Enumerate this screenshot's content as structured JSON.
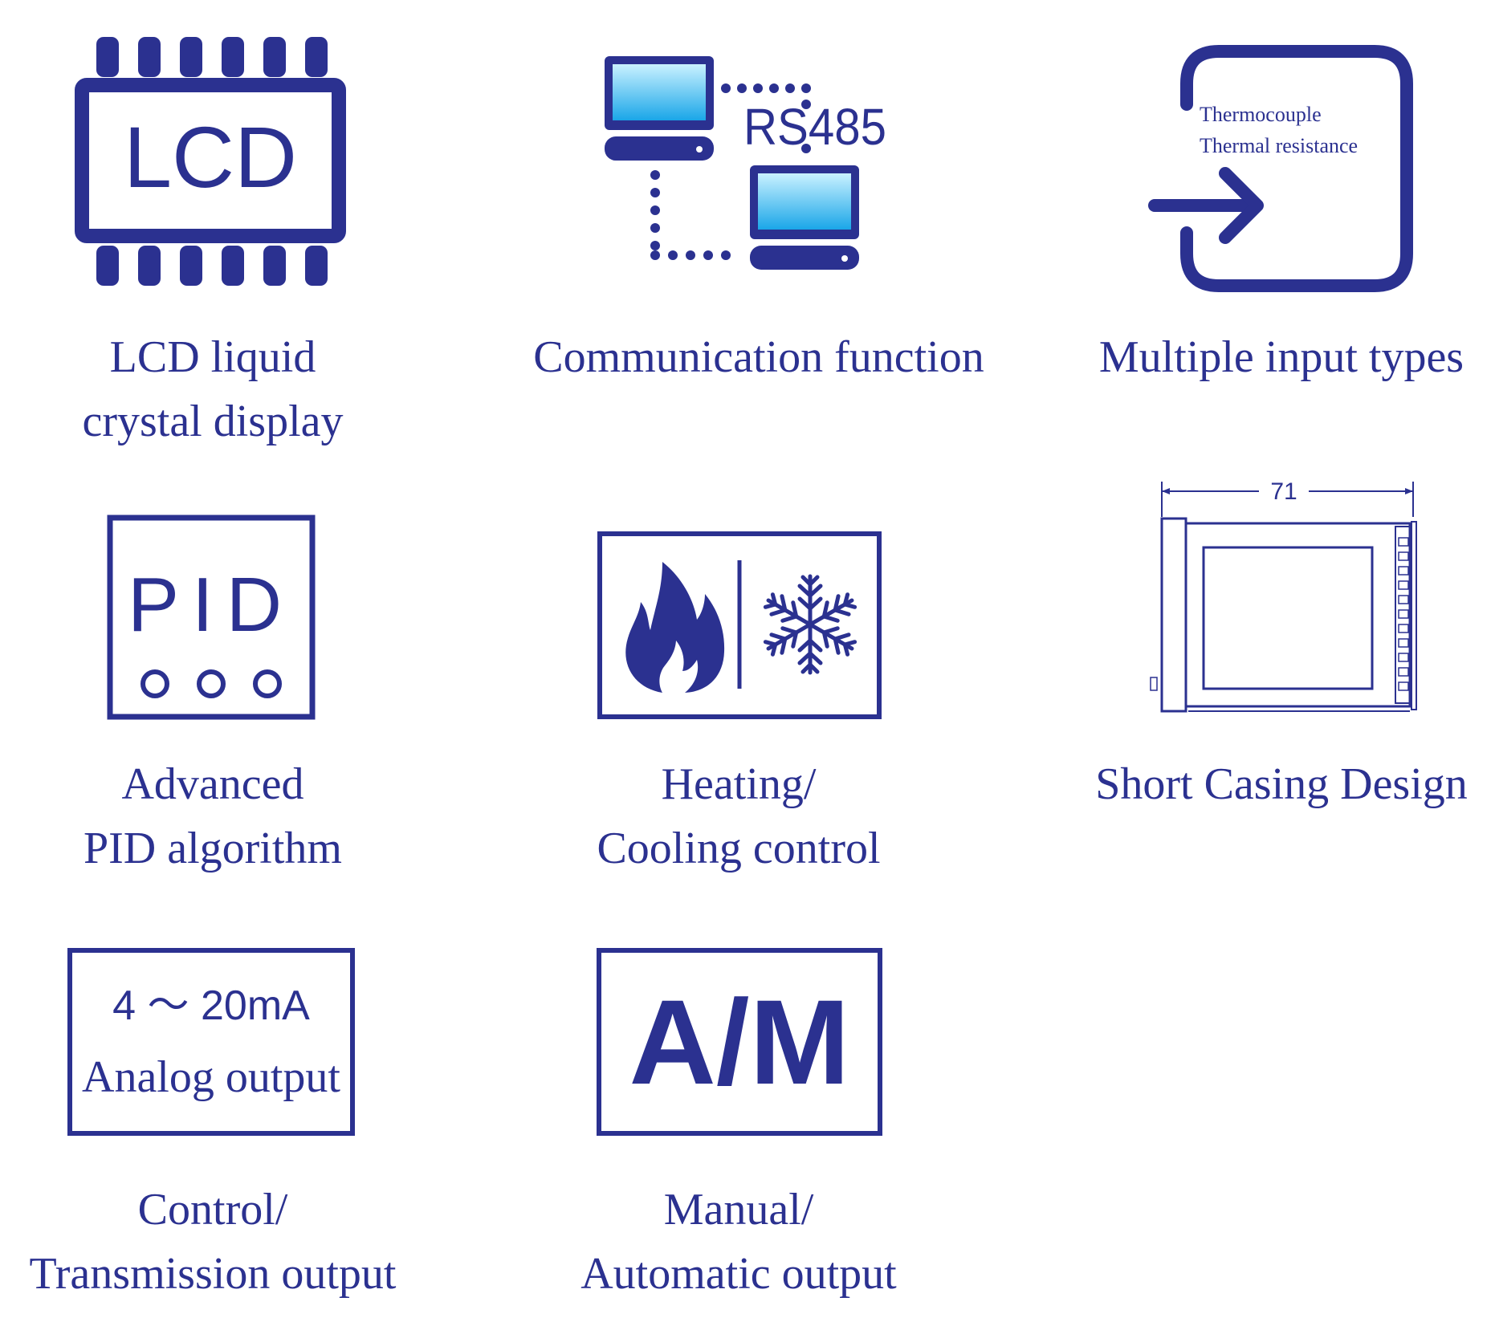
{
  "colors": {
    "primary": "#2b3190",
    "screen_light": "#c9f1ff",
    "screen_dark": "#1aa6e8",
    "background": "#ffffff"
  },
  "features": [
    {
      "id": "lcd",
      "icon": "lcd-chip-icon",
      "icon_text": "LCD",
      "caption_lines": [
        "LCD liquid",
        "crystal display"
      ]
    },
    {
      "id": "communication",
      "icon": "networked-computers-icon",
      "icon_text": "RS485",
      "caption_lines": [
        "Communication function"
      ]
    },
    {
      "id": "input",
      "icon": "input-arrow-icon",
      "icon_text_lines": [
        "Thermocouple",
        "Thermal resistance"
      ],
      "caption_lines": [
        "Multiple input types"
      ]
    },
    {
      "id": "pid",
      "icon": "pid-panel-icon",
      "icon_text": "PID",
      "caption_lines": [
        "Advanced",
        "PID algorithm"
      ]
    },
    {
      "id": "heat-cool",
      "icon": "flame-snowflake-icon",
      "caption_lines": [
        "Heating/",
        "Cooling control"
      ]
    },
    {
      "id": "casing",
      "icon": "casing-side-view-icon",
      "icon_text": "71",
      "caption_lines": [
        "Short Casing Design"
      ]
    },
    {
      "id": "analog",
      "icon": "analog-output-icon",
      "icon_text_lines": [
        "4 ～ 20mA",
        "Analog output"
      ],
      "caption_lines": [
        "Control/",
        "Transmission output"
      ]
    },
    {
      "id": "manual-auto",
      "icon": "manual-auto-icon",
      "icon_text": "A/M",
      "caption_lines": [
        "Manual/",
        "Automatic output"
      ]
    }
  ]
}
